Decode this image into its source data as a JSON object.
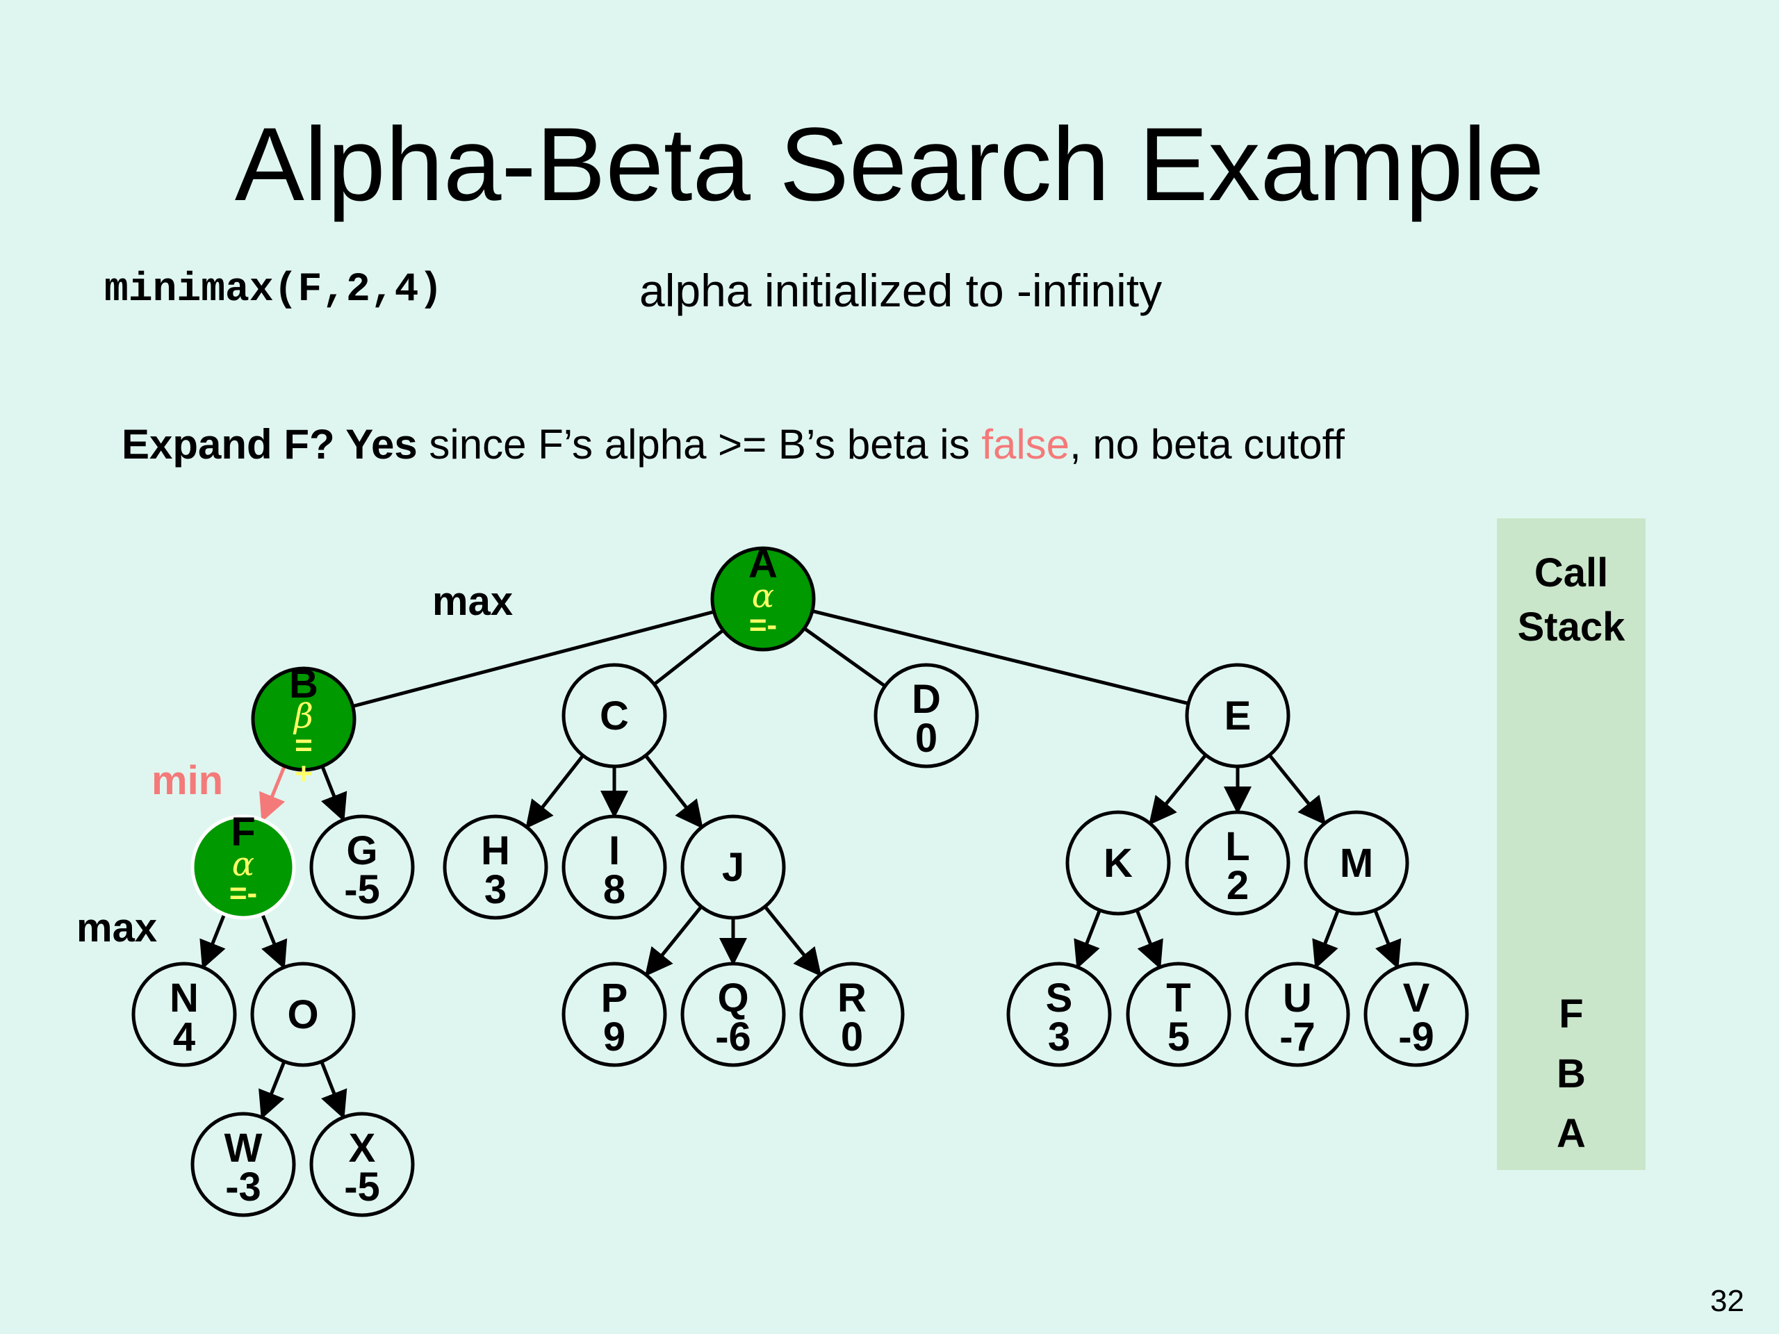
{
  "title": "Alpha-Beta Search Example",
  "call": "minimax(F,2,4)",
  "note": "alpha initialized to -infinity",
  "expand": {
    "bold": "Expand F? Yes",
    "text1": " since F’s alpha >= B’s beta is ",
    "highlight": "false",
    "text2": ", no beta cutoff",
    "highlight_color": "#f47a7a"
  },
  "level_labels": {
    "max_top": "max",
    "min": "min",
    "max_bottom": "max"
  },
  "call_stack": {
    "title_line1": "Call",
    "title_line2": "Stack",
    "items": [
      "F",
      "B",
      "A"
    ]
  },
  "page_number": "32",
  "colors": {
    "active_node": "#009900",
    "active_text": "#ffff66",
    "background": "#dff6f0",
    "stack_bg": "#c9e6ca",
    "min_edge": "#f47a7a"
  },
  "tree": {
    "nodes": [
      {
        "id": "A",
        "value": "",
        "active": true,
        "annot": "α",
        "annot2": "=-"
      },
      {
        "id": "B",
        "value": "",
        "active": true,
        "annot": "β",
        "annot2": "=",
        "annot3": "+"
      },
      {
        "id": "C",
        "value": ""
      },
      {
        "id": "D",
        "value": "0"
      },
      {
        "id": "E",
        "value": ""
      },
      {
        "id": "F",
        "value": "",
        "active": true,
        "annot": "α",
        "annot2": "=-"
      },
      {
        "id": "G",
        "value": "-5"
      },
      {
        "id": "H",
        "value": "3"
      },
      {
        "id": "I",
        "value": "8"
      },
      {
        "id": "J",
        "value": ""
      },
      {
        "id": "K",
        "value": ""
      },
      {
        "id": "L",
        "value": "2"
      },
      {
        "id": "M",
        "value": ""
      },
      {
        "id": "N",
        "value": "4"
      },
      {
        "id": "O",
        "value": ""
      },
      {
        "id": "P",
        "value": "9"
      },
      {
        "id": "Q",
        "value": "-6"
      },
      {
        "id": "R",
        "value": "0"
      },
      {
        "id": "S",
        "value": "3"
      },
      {
        "id": "T",
        "value": "5"
      },
      {
        "id": "U",
        "value": "-7"
      },
      {
        "id": "V",
        "value": "-9"
      },
      {
        "id": "W",
        "value": "-3"
      },
      {
        "id": "X",
        "value": "-5"
      }
    ],
    "edges": [
      [
        "A",
        "B"
      ],
      [
        "A",
        "C"
      ],
      [
        "A",
        "D"
      ],
      [
        "A",
        "E"
      ],
      [
        "B",
        "F"
      ],
      [
        "B",
        "G"
      ],
      [
        "C",
        "H"
      ],
      [
        "C",
        "I"
      ],
      [
        "C",
        "J"
      ],
      [
        "E",
        "K"
      ],
      [
        "E",
        "L"
      ],
      [
        "E",
        "M"
      ],
      [
        "F",
        "N"
      ],
      [
        "F",
        "O"
      ],
      [
        "J",
        "P"
      ],
      [
        "J",
        "Q"
      ],
      [
        "J",
        "R"
      ],
      [
        "K",
        "S"
      ],
      [
        "K",
        "T"
      ],
      [
        "M",
        "U"
      ],
      [
        "M",
        "V"
      ],
      [
        "O",
        "W"
      ],
      [
        "O",
        "X"
      ]
    ],
    "highlighted_edge": [
      "B",
      "F"
    ]
  }
}
